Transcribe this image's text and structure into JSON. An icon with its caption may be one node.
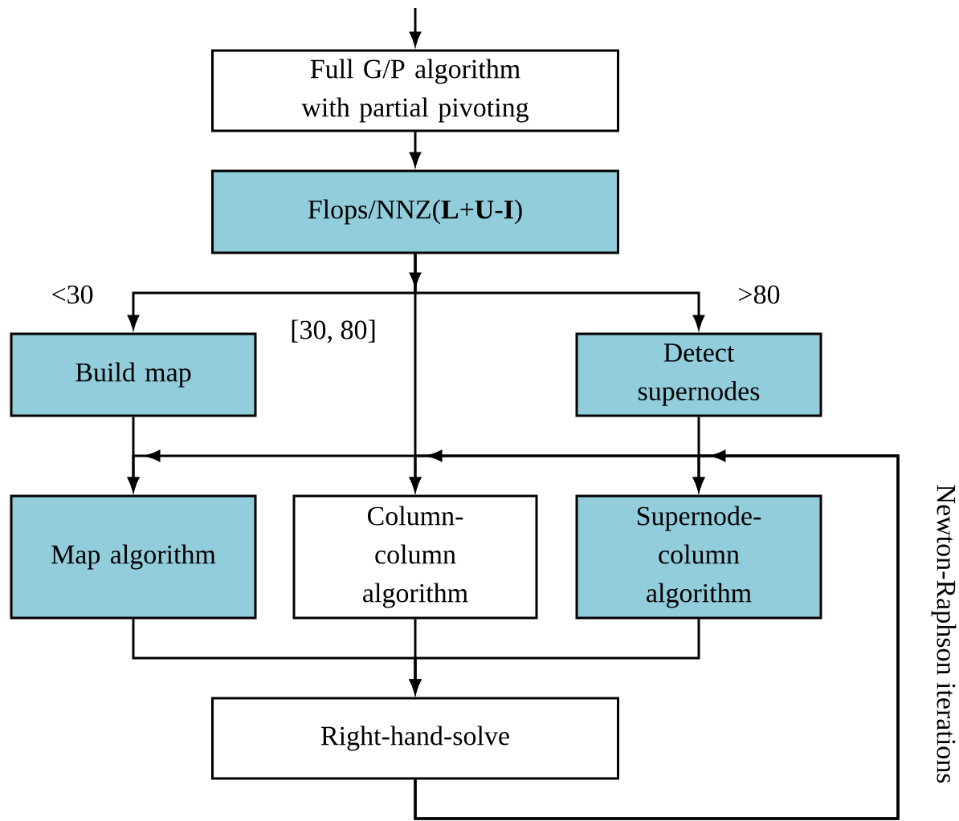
{
  "diagram": {
    "nodes": [
      {
        "text": [
          "Full G/P algorithm with partial pivoting"
        ]
      },
      {
        "text": [
          "Flops/NNZ(**L**+**U**-**I**)"
        ]
      },
      {
        "text": [
          "Build map"
        ]
      },
      {
        "text": [
          "Detect supernodes"
        ]
      },
      {
        "text": [
          "Map algorithm"
        ]
      },
      {
        "text": [
          "Column-column algorithm"
        ]
      },
      {
        "text": [
          "Supernode-column algorithm"
        ]
      },
      {
        "text": [
          "Right-hand-solve"
        ]
      }
    ],
    "edges": [
      {
        "from": null,
        "to": 0,
        "arrow": "to"
      },
      {
        "from": 0,
        "to": 1,
        "arrow": "to"
      },
      {
        "from": 1,
        "to": 2,
        "arrow": "to",
        "label": "<30"
      },
      {
        "from": 1,
        "to": 5,
        "arrow": "to",
        "label": "[30, 80]"
      },
      {
        "from": 1,
        "to": 3,
        "arrow": "to",
        "label": ">80"
      },
      {
        "from": 2,
        "to": 4,
        "arrow": "to"
      },
      {
        "from": 3,
        "to": 6,
        "arrow": "to"
      },
      {
        "from": 4,
        "to": 7,
        "arrow": "to"
      },
      {
        "from": 5,
        "to": 7,
        "arrow": "to"
      },
      {
        "from": 6,
        "to": 7,
        "arrow": "to"
      },
      {
        "from": 7,
        "to": 4,
        "arrow": "to"
      },
      {
        "from": 7,
        "to": 5,
        "arrow": "to"
      },
      {
        "from": 7,
        "to": 6,
        "arrow": "to",
        "label": "Newton-Raphson iterations"
      }
    ]
  }
}
